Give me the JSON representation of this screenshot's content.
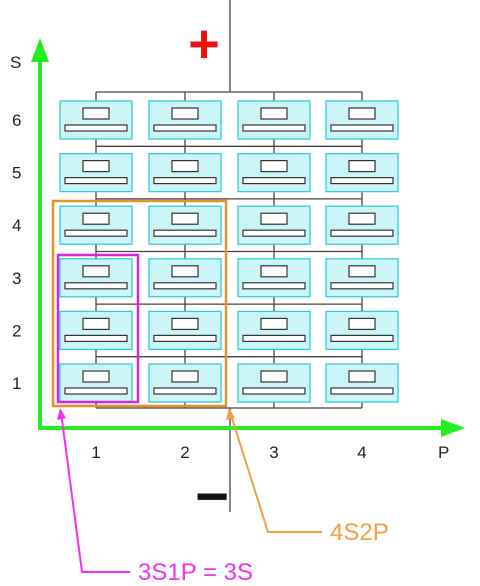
{
  "diagram": {
    "y_axis": {
      "title": "S",
      "ticks": [
        "1",
        "2",
        "3",
        "4",
        "5",
        "6"
      ]
    },
    "x_axis": {
      "title": "P",
      "ticks": [
        "1",
        "2",
        "3",
        "4"
      ]
    },
    "grid": {
      "series_count": 6,
      "parallel_count": 4
    },
    "symbols": {
      "positive": "+",
      "negative": "−"
    },
    "callouts": [
      {
        "label": "4S2P",
        "color": "#f5a040",
        "series": 4,
        "parallel": 2
      },
      {
        "label": "3S1P = 3S",
        "color": "#ee33ee",
        "series": 3,
        "parallel": 1
      }
    ],
    "colors": {
      "axis": "#22ee22",
      "positive": "#ee1111",
      "cell_fill": "#ccf5f8",
      "cell_border": "#33ccdd",
      "wire": "#444444",
      "outline_4s2p": "#e8902a",
      "outline_3s1p": "#dd22dd"
    }
  }
}
